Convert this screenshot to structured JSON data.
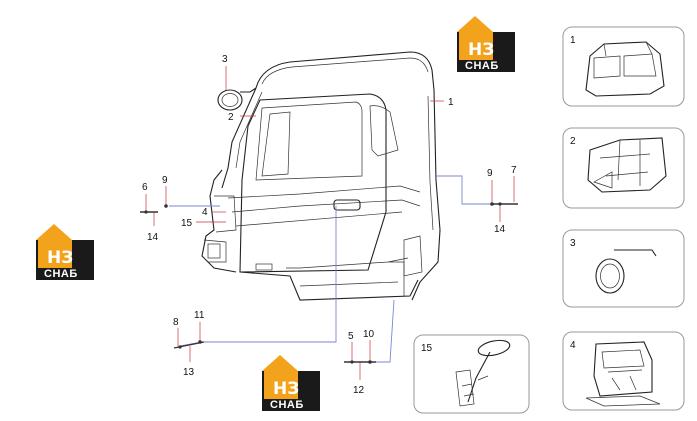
{
  "logo": {
    "mark": "НЗ",
    "caption": "СНАБ"
  },
  "callouts": {
    "c1": "1",
    "c2": "2",
    "c3": "3",
    "c4": "4",
    "c15": "15",
    "left_group": {
      "c6": "6",
      "c9": "9",
      "c14": "14"
    },
    "right_group": {
      "c9": "9",
      "c7": "7",
      "c14": "14"
    },
    "bottom_left_group": {
      "c8": "8",
      "c11": "11",
      "c13": "13"
    },
    "bottom_mid_group": {
      "c5": "5",
      "c10": "10",
      "c12": "12"
    }
  },
  "thumbnails": [
    {
      "label": "1",
      "subject": "cab-shell"
    },
    {
      "label": "2",
      "subject": "cab-frame"
    },
    {
      "label": "3",
      "subject": "mirror"
    },
    {
      "label": "4",
      "subject": "dashboard"
    },
    {
      "label": "15",
      "subject": "steering-column"
    }
  ],
  "colors": {
    "logo_orange": "#f2a31b",
    "logo_black": "#1a1a1a",
    "leader_blue": "#7a86d4",
    "leader_red": "#c8323c"
  }
}
